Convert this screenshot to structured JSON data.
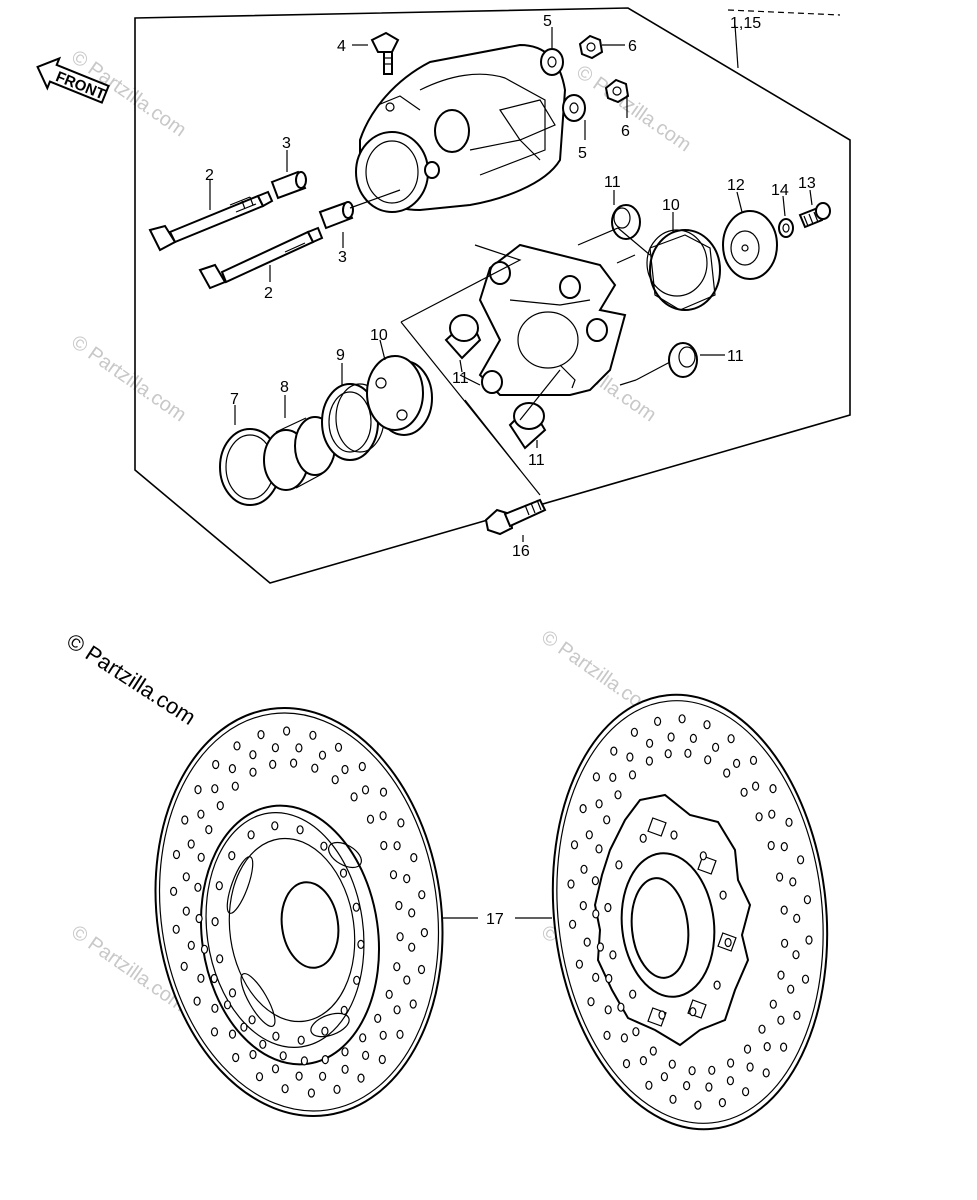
{
  "diagram": {
    "orientation_label": "FRONT",
    "watermark_main": "© Partzilla.com",
    "watermarks": [
      "© Partzilla.com",
      "© Partzilla.com",
      "© Partzilla.com",
      "© Partzilla.com",
      "© Partzilla.com",
      "© Partzilla.com",
      "© Partzilla.com"
    ],
    "callouts": {
      "c1_15": "1,15",
      "c2a": "2",
      "c2b": "2",
      "c3a": "3",
      "c3b": "3",
      "c4": "4",
      "c5a": "5",
      "c5b": "5",
      "c6a": "6",
      "c6b": "6",
      "c7": "7",
      "c8": "8",
      "c9": "9",
      "c10a": "10",
      "c10b": "10",
      "c11a": "11",
      "c11b": "11",
      "c11c": "11",
      "c11d": "11",
      "c12": "12",
      "c13": "13",
      "c14": "14",
      "c16": "16",
      "c17": "17"
    }
  }
}
